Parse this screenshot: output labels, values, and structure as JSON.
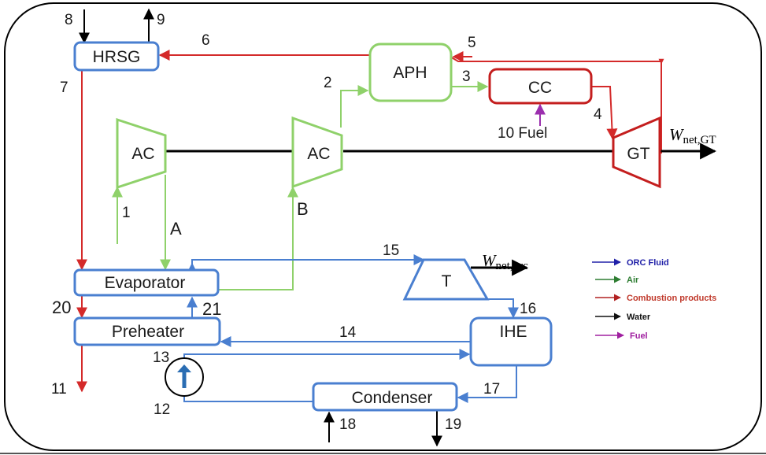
{
  "components": {
    "hrsg": "HRSG",
    "aph": "APH",
    "cc": "CC",
    "ac1": "AC",
    "ac2": "AC",
    "gt": "GT",
    "t": "T",
    "evaporator": "Evaporator",
    "preheater": "Preheater",
    "ihe": "IHE",
    "condenser": "Condenser"
  },
  "states": {
    "s1": "1",
    "s2": "2",
    "s3": "3",
    "s4": "4",
    "s5": "5",
    "s6": "6",
    "s7": "7",
    "s8": "8",
    "s9": "9",
    "s10": "10 Fuel",
    "s11": "11",
    "s12": "12",
    "s13": "13",
    "s14": "14",
    "s15": "15",
    "s16": "16",
    "s17": "17",
    "s18": "18",
    "s19": "19",
    "s20": "20",
    "s21": "21",
    "sA": "A",
    "sB": "B"
  },
  "work": {
    "gt_symbol": "W",
    "gt_subscript": "net,GT",
    "orc_symbol": "W",
    "orc_subscript": "net,orc"
  },
  "legend": {
    "orc": "ORC Fluid",
    "air": "Air",
    "combustion": "Combustion products",
    "water": "Water",
    "fuel": "Fuel"
  },
  "colors": {
    "air": "#8fd16a",
    "combustion": "#d42a2a",
    "orc": "#4a7fd0",
    "water": "#000000",
    "fuel": "#9b2fae"
  }
}
